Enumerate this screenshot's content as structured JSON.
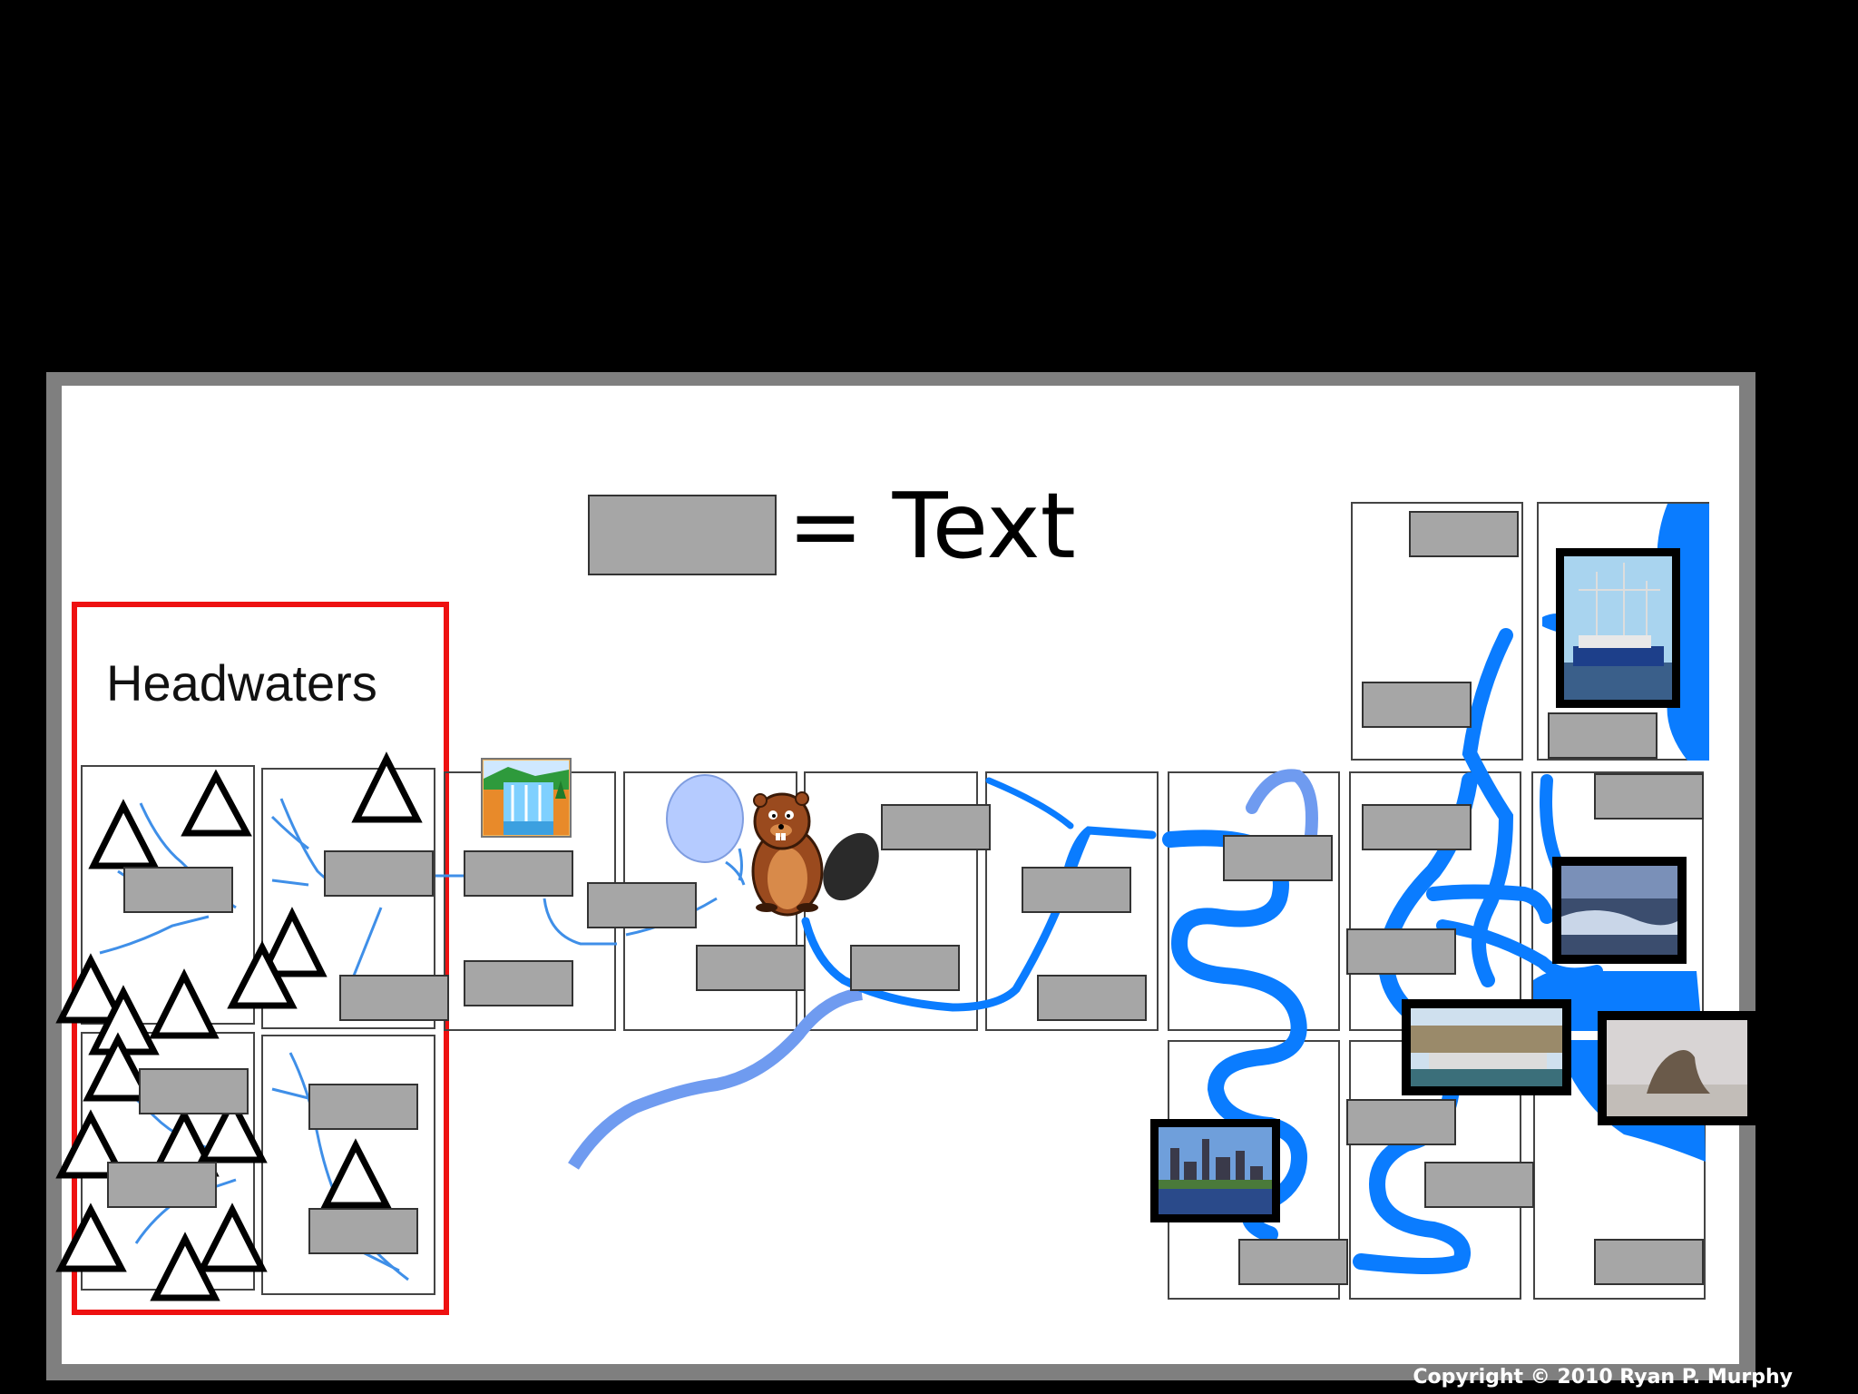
{
  "legend": {
    "equals_text": "= Text"
  },
  "headwaters": {
    "label": "Headwaters"
  },
  "copyright": "Copyright © 2010 Ryan P. Murphy",
  "colors": {
    "background": "#000000",
    "frame": "#7f7f7f",
    "slide": "#ffffff",
    "label_box": "#a6a6a6",
    "headwaters_border": "#ee1111",
    "river_bright": "#0a7cff",
    "river_light": "#6f9bf0",
    "stream_thin": "#3f8fe8",
    "pond": "#b5cbff"
  },
  "icons": [
    "mountain-triangle-icon",
    "waterfall-icon",
    "pond-icon",
    "beaver-icon",
    "fishing-boat-photo",
    "ocean-waves-photo",
    "dam-photo",
    "sea-lion-photo",
    "city-riverfront-photo"
  ]
}
